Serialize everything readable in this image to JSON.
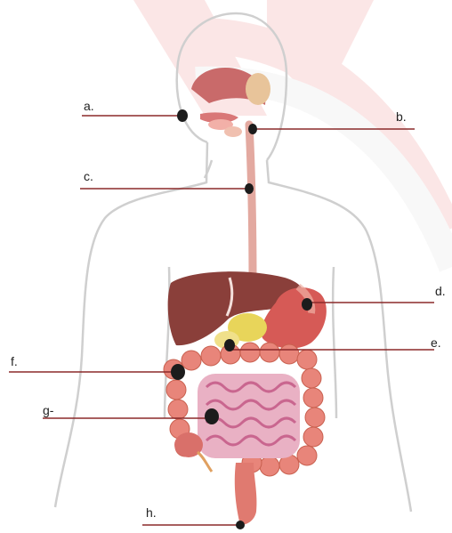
{
  "labels": {
    "a": "a.",
    "b": "b.",
    "c": "c.",
    "d": "d.",
    "e": "e.",
    "f": "f.",
    "g": "g-",
    "h": "h."
  },
  "colors": {
    "leader_line": "#8b2a2a",
    "marker_dot": "#1c1c1c",
    "body_outline": "#cfcfcf",
    "liver": "#8a3f3a",
    "stomach": "#d65a56",
    "gallbladder": "#e8d55a",
    "intestine": "#e8857a",
    "small_intestine": "#d98ea8",
    "esophagus": "#e3a9a0",
    "watermark": "#e23b3b"
  },
  "icons": {
    "figure": "human-digestive-system-icon"
  }
}
